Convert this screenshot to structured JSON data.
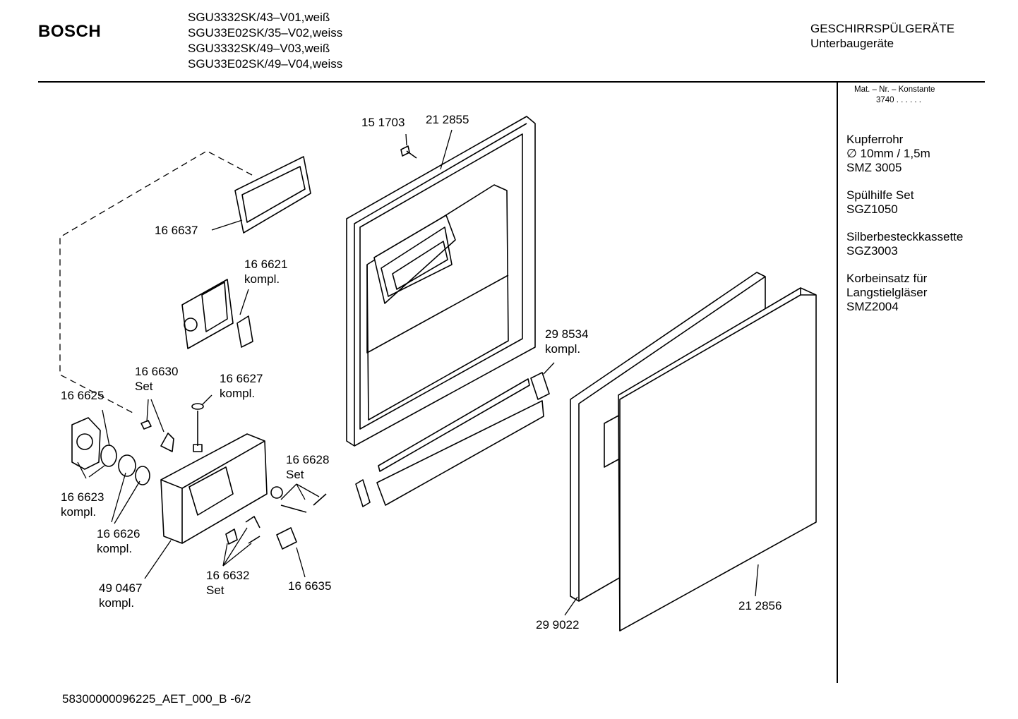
{
  "header": {
    "brand": "BOSCH",
    "models": [
      "SGU3332SK/43–V01,weiß",
      "SGU33E02SK/35–V02,weiss",
      "SGU3332SK/49–V03,weiß",
      "SGU33E02SK/49–V04,weiss"
    ],
    "category": "GESCHIRRSPÜLGERÄTE",
    "subcategory": "Unterbaugeräte"
  },
  "sidebar": {
    "matnr_label": "Mat. – Nr. – Konstante",
    "matnr_value": "3740  .  .  .  .  .  .",
    "accessories": [
      {
        "lines": [
          "Kupferrohr",
          "∅ 10mm / 1,5m",
          "SMZ 3005"
        ]
      },
      {
        "lines": [
          "Spülhilfe Set",
          "SGZ1050"
        ]
      },
      {
        "lines": [
          "Silberbesteckkassette",
          "SGZ3003"
        ]
      },
      {
        "lines": [
          "Korbeinsatz für",
          "Langstielgläser",
          "SMZ2004"
        ]
      }
    ]
  },
  "parts": [
    {
      "id": "p151703",
      "lines": [
        "15 1703"
      ]
    },
    {
      "id": "p212855",
      "lines": [
        "21 2855"
      ]
    },
    {
      "id": "p166637",
      "lines": [
        "16 6637"
      ]
    },
    {
      "id": "p166621",
      "lines": [
        "16 6621",
        "kompl."
      ]
    },
    {
      "id": "p298534",
      "lines": [
        "29 8534",
        "kompl."
      ]
    },
    {
      "id": "p166630",
      "lines": [
        "16 6630",
        "Set"
      ]
    },
    {
      "id": "p166627",
      "lines": [
        "16 6627",
        "kompl."
      ]
    },
    {
      "id": "p166625",
      "lines": [
        "16 6625"
      ]
    },
    {
      "id": "p166628",
      "lines": [
        "16 6628",
        "Set"
      ]
    },
    {
      "id": "p166623",
      "lines": [
        "16 6623",
        "kompl."
      ]
    },
    {
      "id": "p166626",
      "lines": [
        "16 6626",
        "kompl."
      ]
    },
    {
      "id": "p490467",
      "lines": [
        "49 0467",
        "kompl."
      ]
    },
    {
      "id": "p166632",
      "lines": [
        "16 6632",
        "Set"
      ]
    },
    {
      "id": "p166635",
      "lines": [
        "16 6635"
      ]
    },
    {
      "id": "p212856",
      "lines": [
        "21 2856"
      ]
    },
    {
      "id": "p299022",
      "lines": [
        "29 9022"
      ]
    }
  ],
  "footer": {
    "doc_id": "58300000096225_AET_000_B  -6/2"
  }
}
